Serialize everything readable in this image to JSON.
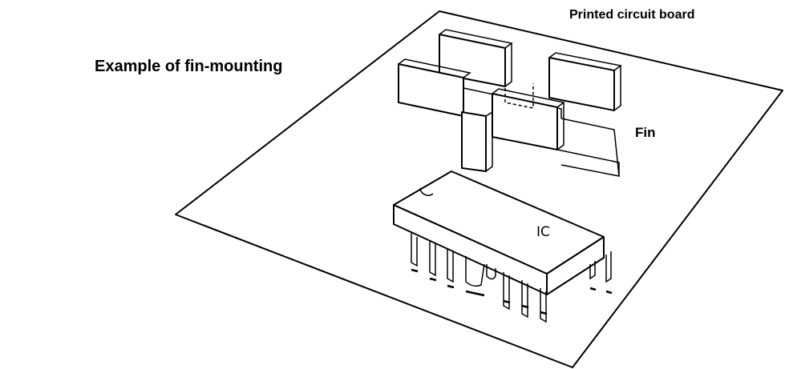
{
  "diagram": {
    "title": "Example of fin-mounting",
    "labels": {
      "board": "Printed circuit board",
      "fin": "Fin",
      "ic": "IC"
    }
  },
  "colors": {
    "line": "#000000",
    "background": "#ffffff"
  }
}
